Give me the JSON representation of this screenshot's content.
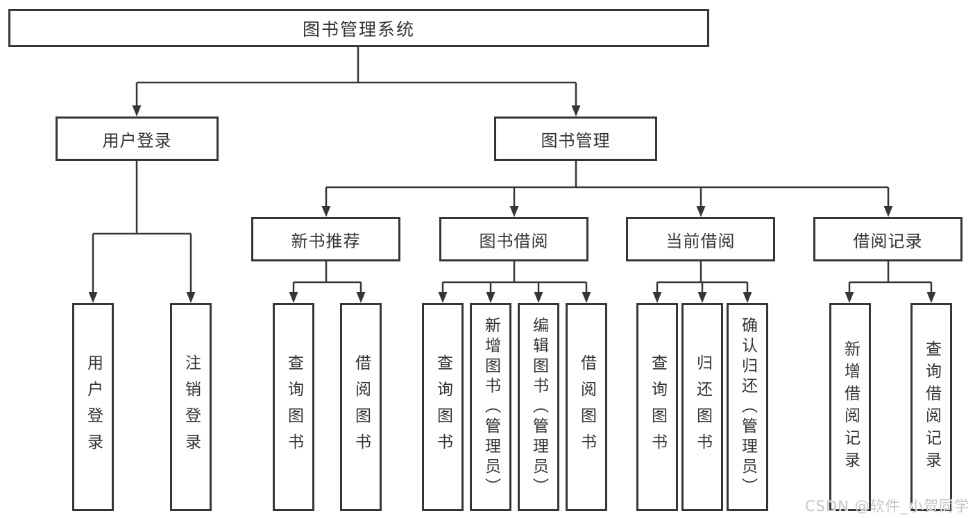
{
  "watermark": {
    "text": "CSDN @软件_小贺同学"
  },
  "colors": {
    "line": "#363636",
    "text": "#333333",
    "watermark": "#c5c5c5",
    "background": "#ffffff"
  },
  "tree": {
    "root": "图书管理系统",
    "children": [
      {
        "label": "用户登录",
        "children": [
          "用户登录",
          "注销登录"
        ]
      },
      {
        "label": "图书管理",
        "children": [
          {
            "label": "新书推荐",
            "children": [
              "查询图书",
              "借阅图书"
            ]
          },
          {
            "label": "图书借阅",
            "children": [
              "查询图书",
              "新增图书（管理员）",
              "编辑图书（管理员）",
              "借阅图书"
            ]
          },
          {
            "label": "当前借阅",
            "children": [
              "查询图书",
              "归还图书",
              "确认归还（管理员）"
            ]
          },
          {
            "label": "借阅记录",
            "children": [
              "新增借阅记录",
              "查询借阅记录"
            ]
          }
        ]
      }
    ]
  }
}
